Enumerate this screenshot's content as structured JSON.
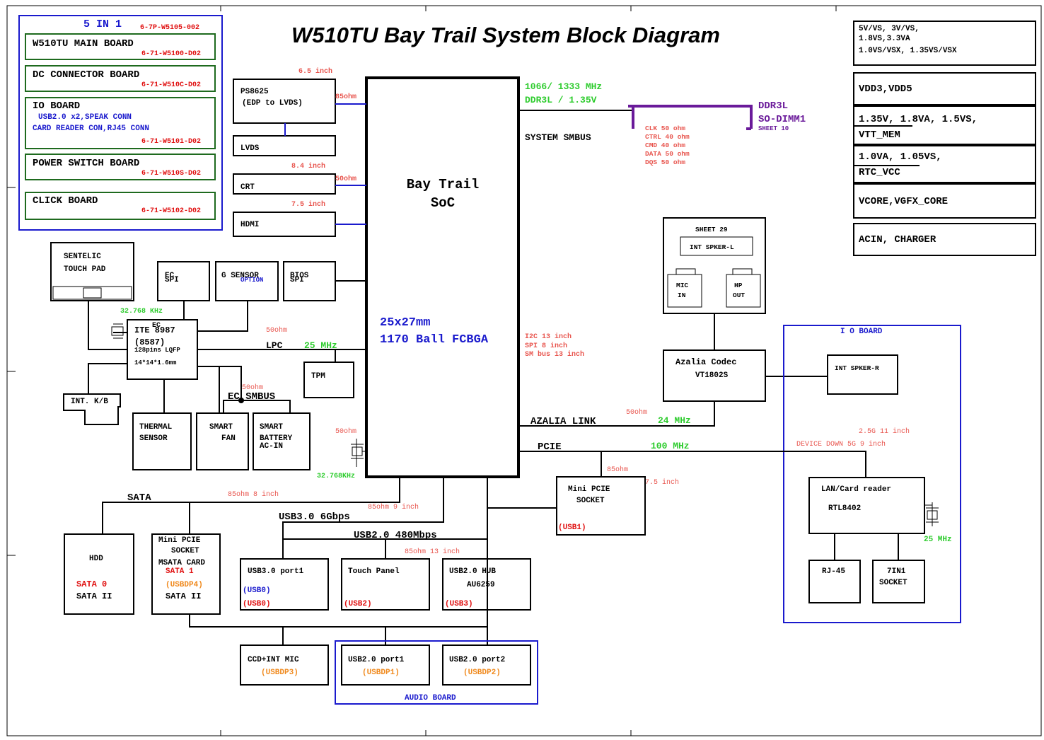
{
  "title": "W510TU Bay Trail System Block Diagram",
  "soc": {
    "name": "Bay Trail",
    "sub": "SoC",
    "size": "25x27mm",
    "package": "1170 Ball FCBGA"
  },
  "five_in_one": {
    "header": "5 IN 1",
    "header_pn": "6-7P-W5105-002",
    "boards": [
      {
        "name": "W510TU MAIN BOARD",
        "pn": "6-71-W5100-D02"
      },
      {
        "name": "DC CONNECTOR BOARD",
        "pn": "6-71-W510C-D02"
      },
      {
        "name": "IO BOARD",
        "sub1": "USB2.0 x2,SPEAK CONN",
        "sub2": "CARD READER CON,RJ45 CONN",
        "pn": "6-71-W5101-D02"
      },
      {
        "name": "POWER SWITCH BOARD",
        "pn": "6-71-W510S-D02"
      },
      {
        "name": "CLICK BOARD",
        "pn": "6-71-W5102-D02"
      }
    ]
  },
  "power": [
    {
      "lines": [
        "5V/VS, 3V/VS,",
        "1.8VS,3.3VA",
        "1.0VS/VSX, 1.35VS/VSX"
      ]
    },
    {
      "lines": [
        "VDD3,VDD5"
      ]
    },
    {
      "lines": [
        "1.35V, 1.8VA, 1.5VS,",
        "VTT_MEM"
      ]
    },
    {
      "lines": [
        "1.0VA, 1.05VS,",
        "RTC_VCC"
      ]
    },
    {
      "lines": [
        "VCORE,VGFX_CORE"
      ]
    },
    {
      "lines": [
        "ACIN, CHARGER"
      ]
    }
  ],
  "memory": {
    "speed": "1066/ 1333 MHz",
    "type": "DDR3L / 1.35V",
    "smbus": "SYSTEM SMBUS",
    "dimm1": "DDR3L",
    "dimm2": "SO-DIMM1",
    "sheet": "SHEET 10",
    "notes": [
      "CLK 50 ohm",
      "CTRL  40 ohm",
      "CMD  40 ohm",
      "DATA  50 ohm",
      "DQS  50 ohm"
    ]
  },
  "display": {
    "ps8625_1": "PS8625",
    "ps8625_2": "(EDP to LVDS)",
    "ps_len": "6.5 inch",
    "ps_ohm": "85ohm",
    "lvds": "LVDS",
    "crt": "CRT",
    "crt_len": "8.4 inch",
    "crt_ohm": "50ohm",
    "hdmi": "HDMI",
    "hdmi_len": "7.5 inch"
  },
  "ec": {
    "touchpad1": "SENTELIC",
    "touchpad2": "TOUCH PAD",
    "ecspi1": "EC",
    "ecspi2": "SPI",
    "gsensor": "G SENSOR",
    "option": "OPTION",
    "bios1": "BIOS",
    "bios2": "SPI",
    "clk": "32.768 KHz",
    "ec_label": "EC",
    "chip": "ITE 8987",
    "chip2": "(8587)",
    "pkg": "128pins LQFP",
    "dim": "14*14*1.6mm",
    "lpc": "LPC",
    "lpc_clk": "25 MHz",
    "lpc_ohm": "50ohm",
    "tpm": "TPM",
    "kb": "INT. K/B",
    "smbus_ohm": "50ohm",
    "smbus": "EC SMBUS",
    "thermal1": "THERMAL",
    "thermal2": "SENSOR",
    "fan1": "SMART",
    "fan2": "FAN",
    "bat1": "SMART",
    "bat2": "BATTERY",
    "bat3": "AC-IN",
    "rtc_ohm": "50ohm",
    "rtc_clk": "32.768KHz"
  },
  "buses": {
    "i2c": "I2C 13 inch",
    "spi": "SPI 8 inch",
    "smbus": "SM bus 13 inch",
    "azalia": "AZALIA LINK",
    "az_ohm": "50ohm",
    "az_clk": "24 MHz",
    "pcie": "PCIE",
    "pcie_clk": "100 MHz",
    "pcie_ohm": "85ohm",
    "pcie_len": "7.5 inch",
    "lan1": "2.5G 11 inch",
    "lan2": "DEVICE DOWN  5G 9 inch",
    "sata": "SATA",
    "sata_ohm": "85ohm   8 inch",
    "usb3": "USB3.0 6Gbps",
    "usb3_len": "85ohm   9 inch",
    "usb2": "USB2.0 480Mbps",
    "usb2_len": "85ohm   13 inch"
  },
  "audio": {
    "sheet": "SHEET 29",
    "spkl": "INT SPKER-L",
    "mic1": "MIC",
    "mic2": "IN",
    "hp1": "HP",
    "hp2": "OUT",
    "codec1": "Azalia Codec",
    "codec2": "VT1802S",
    "spkr": "INT SPKER-R"
  },
  "io_board": {
    "title": "I O BOARD",
    "lan1": "LAN/Card reader",
    "lan2": "RTL8402",
    "clk": "25 MHz",
    "rj45": "RJ-45",
    "cr1": "7IN1",
    "cr2": "SOCKET"
  },
  "pcie_socket": {
    "l1": "Mini PCIE",
    "l2": "SOCKET",
    "usb": "(USB1)"
  },
  "storage": {
    "hdd": "HDD",
    "sata0": "SATA 0",
    "sata2": "SATA II",
    "m1": "Mini PCIE",
    "m2": "SOCKET",
    "m3": "MSATA CARD",
    "m4": "SATA 1",
    "m5": "(USBDP4)",
    "m6": "SATA II"
  },
  "usb": {
    "p1": "USB3.0 port1",
    "p1a": "(USB0)",
    "p1b": "(USB0)",
    "tp": "Touch Panel",
    "tpu": "(USB2)",
    "hub1": "USB2.0  HUB",
    "hub2": "AU6259",
    "hubu": "(USB3)",
    "ccd": "CCD+INT MIC",
    "ccdu": "(USBDP3)",
    "ap1": "USB2.0 port1",
    "ap1u": "(USBDP1)",
    "ap2": "USB2.0 port2",
    "ap2u": "(USBDP2)",
    "audio_board": "AUDIO BOARD"
  }
}
